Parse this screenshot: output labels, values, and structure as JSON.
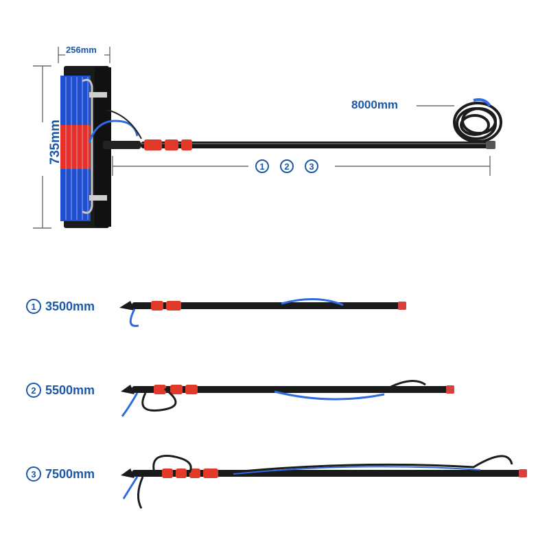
{
  "dimensions": {
    "brush_width": "256mm",
    "brush_height": "735mm",
    "total_length": "8000mm",
    "section_marks": [
      "1",
      "2",
      "3"
    ]
  },
  "configurations": [
    {
      "mark": "1",
      "length": "3500mm"
    },
    {
      "mark": "2",
      "length": "5500mm"
    },
    {
      "mark": "3",
      "length": "7500mm"
    }
  ],
  "colors": {
    "label_blue": "#1b57a8",
    "bristle_blue": "#1f4fd1",
    "bristle_red": "#e8302a",
    "pole_black": "#1a1a1a",
    "clamp_red": "#e23a2a",
    "hose_blue": "#2e6be0",
    "dimension_line": "#6b6b6b"
  },
  "icons": [
    "circled-number-icon"
  ]
}
